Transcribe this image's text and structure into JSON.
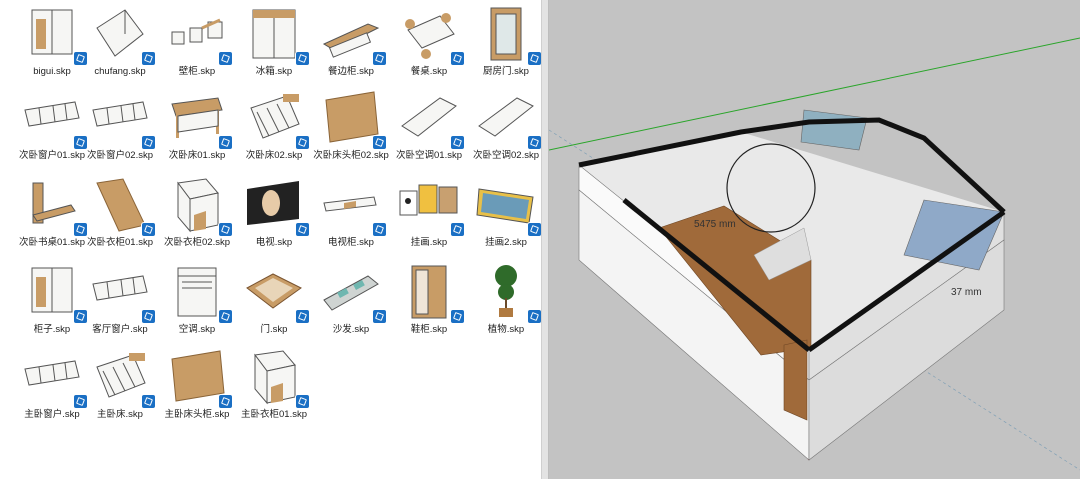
{
  "files": [
    {
      "name": "bigui.skp",
      "icon": "wardrobe"
    },
    {
      "name": "chufang.skp",
      "icon": "panel"
    },
    {
      "name": "壁柜.skp",
      "icon": "wallcabinet"
    },
    {
      "name": "冰箱.skp",
      "icon": "fridge"
    },
    {
      "name": "餐边柜.skp",
      "icon": "sideboard"
    },
    {
      "name": "餐桌.skp",
      "icon": "table"
    },
    {
      "name": "厨房门.skp",
      "icon": "door"
    },
    {
      "name": "次卧窗户01.skp",
      "icon": "window"
    },
    {
      "name": "次卧窗户02.skp",
      "icon": "window"
    },
    {
      "name": "次卧床01.skp",
      "icon": "bed"
    },
    {
      "name": "次卧床02.skp",
      "icon": "bedframe"
    },
    {
      "name": "次卧床头柜02.skp",
      "icon": "woodpanel"
    },
    {
      "name": "次卧空调01.skp",
      "icon": "aircon"
    },
    {
      "name": "次卧空调02.skp",
      "icon": "aircon"
    },
    {
      "name": "次卧书桌01.skp",
      "icon": "desk"
    },
    {
      "name": "次卧衣柜01.skp",
      "icon": "plank"
    },
    {
      "name": "次卧衣柜02.skp",
      "icon": "cabinet"
    },
    {
      "name": "电视.skp",
      "icon": "tv"
    },
    {
      "name": "电视柜.skp",
      "icon": "tvstand"
    },
    {
      "name": "挂画.skp",
      "icon": "paintings"
    },
    {
      "name": "挂画2.skp",
      "icon": "sign"
    },
    {
      "name": "柜子.skp",
      "icon": "wardrobe"
    },
    {
      "name": "客厅窗户.skp",
      "icon": "window"
    },
    {
      "name": "空调.skp",
      "icon": "acunit"
    },
    {
      "name": "门.skp",
      "icon": "doorframe"
    },
    {
      "name": "沙发.skp",
      "icon": "sofa"
    },
    {
      "name": "鞋柜.skp",
      "icon": "shoecabinet"
    },
    {
      "name": "植物.skp",
      "icon": "plant"
    },
    {
      "name": "主卧窗户.skp",
      "icon": "window"
    },
    {
      "name": "主卧床.skp",
      "icon": "bedframe"
    },
    {
      "name": "主卧床头柜.skp",
      "icon": "woodpanel"
    },
    {
      "name": "主卧衣柜01.skp",
      "icon": "cabinet"
    }
  ],
  "viewport": {
    "dimensions": [
      "5475 mm",
      "37 mm"
    ],
    "colors": {
      "background": "#c3c3c3",
      "wall": "#f2f2f2",
      "floor": "#a06a3a",
      "axis_green": "#2aa52a",
      "axis_red": "#d02020"
    }
  }
}
